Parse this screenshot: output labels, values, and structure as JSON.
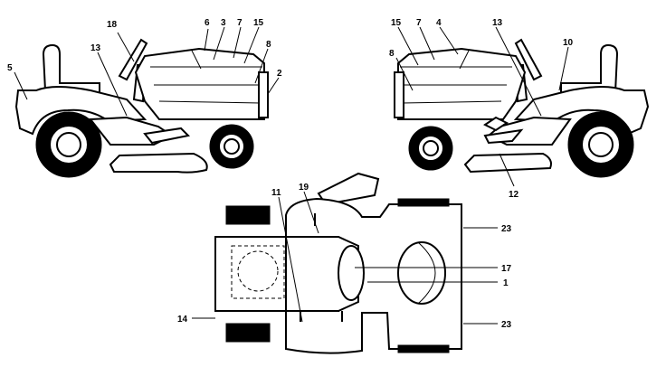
{
  "labels": {
    "left_view": {
      "n18": "18",
      "n6": "6",
      "n3": "3",
      "n7": "7",
      "n15": "15",
      "n8": "8",
      "n5": "5",
      "n13": "13",
      "n2": "2"
    },
    "right_view": {
      "n15": "15",
      "n7": "7",
      "n4": "4",
      "n13": "13",
      "n8": "8",
      "n10": "10",
      "n12": "12"
    },
    "top_view": {
      "n19": "19",
      "n11": "11",
      "n23a": "23",
      "n17": "17",
      "n1": "1",
      "n14": "14",
      "n23b": "23"
    }
  }
}
